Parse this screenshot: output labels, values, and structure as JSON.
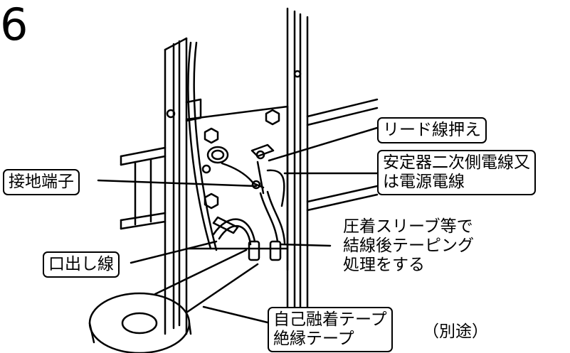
{
  "figure": {
    "number": "6"
  },
  "labels": {
    "lead_wire_clamp": "リード線押え",
    "ballast_secondary_line1": "安定器二次側電線又",
    "ballast_secondary_line2": "は電源電線",
    "ground_terminal": "接地端子",
    "crimp_line1": "圧着スリーブ等で",
    "crimp_line2": "結線後テーピング",
    "crimp_line3": "処理をする",
    "lead_out_wire": "口出し線",
    "tape_line1": "自己融着テープ",
    "tape_line2": "絶縁テープ",
    "separate": "（別途）"
  }
}
